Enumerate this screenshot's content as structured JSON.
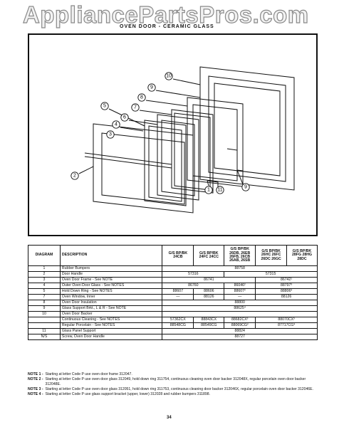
{
  "watermark": "AppliancePartsPros.com",
  "header": {
    "title": "OVEN DOOR - CERAMIC GLASS"
  },
  "diagram": {
    "callouts": [
      {
        "label": "10"
      },
      {
        "label": "9"
      },
      {
        "label": "8"
      },
      {
        "label": "7"
      },
      {
        "label": "6"
      },
      {
        "label": "5"
      },
      {
        "label": "4"
      },
      {
        "label": "3"
      },
      {
        "label": "2"
      },
      {
        "label": "1"
      },
      {
        "label": "11"
      },
      {
        "label": "9"
      }
    ]
  },
  "table": {
    "headers": {
      "diagram": "DIAGRAM",
      "description": "DESCRIPTION",
      "col1": "G/S BP/BK 24CB",
      "col2": "G/S BP/BK 24FC 24CC",
      "col3": "G/S BP/BK 26DB, 26EB 26FB, 26CB 26AB, 26SB",
      "col4": "G/S BP/BK 26HC 26FC 26DC 26GC",
      "col5": "G/S BP/BK 28FG 28HG 28DC"
    },
    "rows": [
      {
        "num": "1",
        "desc": "Rubber Bumpers",
        "span": "88758"
      },
      {
        "num": "2",
        "desc": "Door Handle",
        "a": "57316",
        "b": "",
        "c": "57315"
      },
      {
        "num": "3",
        "desc": "Oven Door Frame - See NOTE",
        "a": "86741",
        "b": "86742¹"
      },
      {
        "num": "4",
        "desc": "Outer Oven Door Glass - See NOTES",
        "a": "86760",
        "b": "86046²",
        "c": "88797³"
      },
      {
        "num": "5",
        "desc": "Hold Down Ring - See NOTES",
        "v1": "88607",
        "v2": "88606",
        "v3": "88607²",
        "v45": "88806³"
      },
      {
        "num": "7",
        "desc": "Oven Window, Inner",
        "v1": "—",
        "v2": "88126",
        "v3": "—",
        "v45": "88126"
      },
      {
        "num": "8",
        "desc": "Oven Door Insulation",
        "span": "88800"
      },
      {
        "num": "9",
        "desc": "Glass Support Brkt., L & R - See NOTE",
        "span": "88625⁴"
      },
      {
        "num": "10",
        "desc": "Oven Door Backer",
        "blank": true
      },
      {
        "num": "",
        "desc": "Continuous Cleaning - See NOTES",
        "v1": "57362CX",
        "v2": "88843CX",
        "v3": "88682CX³",
        "v45": "88070CX³"
      },
      {
        "num": "",
        "desc": "Regular Porcelain - See NOTES",
        "v1": "88548CG",
        "v2": "88549CG",
        "v3": "88069CG²",
        "v45": "87717CG³"
      },
      {
        "num": "11",
        "desc": "Glass Panel Support",
        "span": "88824"
      },
      {
        "num": "N/S",
        "desc": "Screw, Oven Door Handle",
        "span": "88727"
      }
    ]
  },
  "notes": [
    {
      "label": "NOTE 1 -",
      "text": "Starting at letter Code P use oven door frame 312047."
    },
    {
      "label": "NOTE 2 -",
      "text": "Starting at letter Code P use oven door glass 312049, hold down ring 311754, continuous cleaning oven door backer 312048X, regular porcelain oven door backer 312048E."
    },
    {
      "label": "NOTE 3 -",
      "text": "Starting at letter Code P use oven door glass 312051, hold down ring 311753, continuous cleaning door backer 312046X, regular porcelain oven door backer 312046E."
    },
    {
      "label": "NOTE 4 -",
      "text": "Starting at letter Code P use glass support bracket (upper, lower) 312028 and rubber bumpers 311898."
    }
  ],
  "page_number": "34"
}
